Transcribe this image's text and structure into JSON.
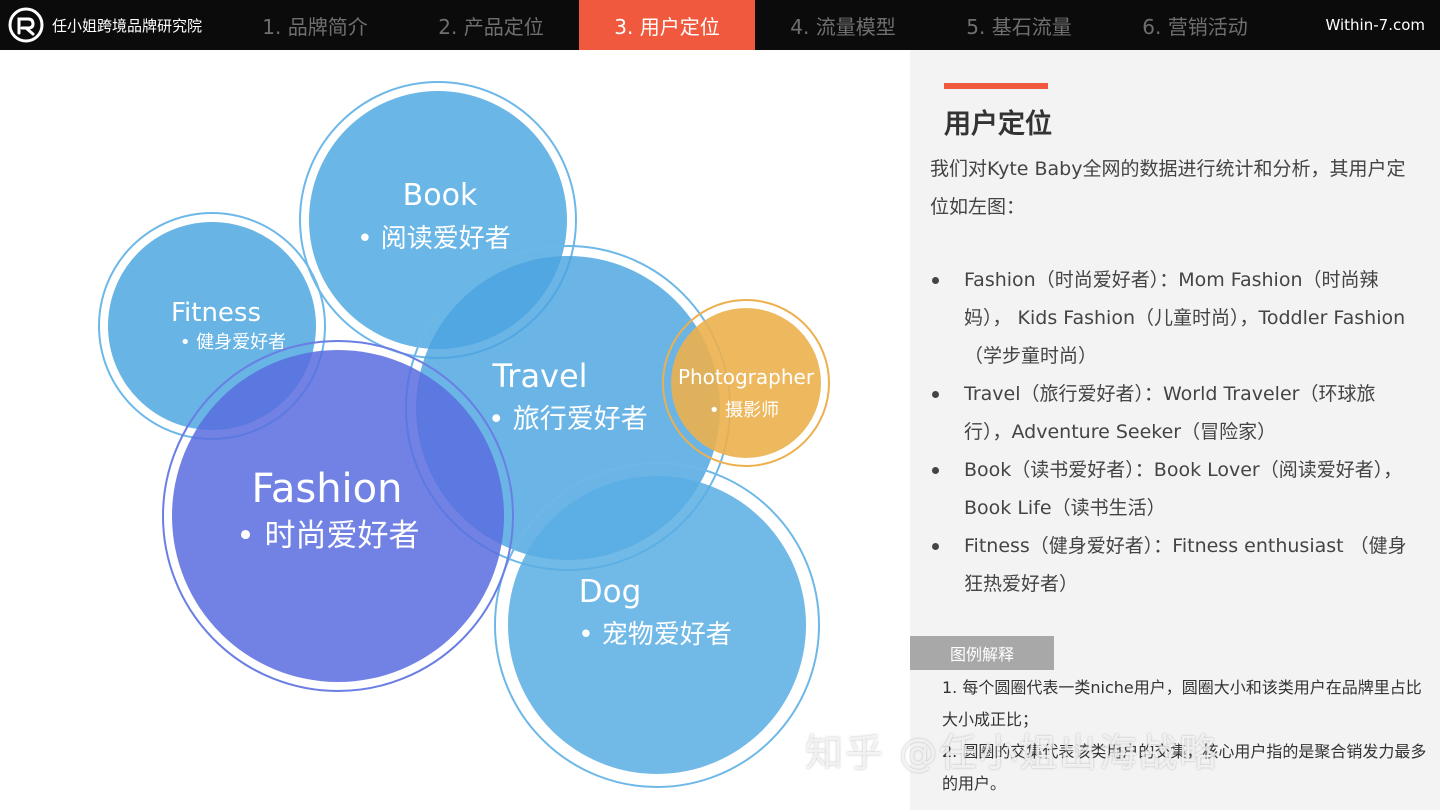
{
  "header": {
    "brand": "任小姐跨境品牌研究院",
    "site": "Within-7.com",
    "tabs": [
      {
        "label": "1. 品牌简介"
      },
      {
        "label": "2. 产品定位"
      },
      {
        "label": "3. 用户定位"
      },
      {
        "label": "4. 流量模型"
      },
      {
        "label": "5. 基石流量"
      },
      {
        "label": "6. 营销活动"
      }
    ],
    "active_tab_index": 2
  },
  "diagram": {
    "circles": [
      {
        "title": "Book",
        "subtitle": "• 阅读爱好者"
      },
      {
        "title": "Fitness",
        "subtitle": "• 健身爱好者"
      },
      {
        "title": "Travel",
        "subtitle": "• 旅行爱好者"
      },
      {
        "title": "Photographer",
        "subtitle": "• 摄影师"
      },
      {
        "title": "Fashion",
        "subtitle": "• 时尚爱好者"
      },
      {
        "title": "Dog",
        "subtitle": "• 宠物爱好者"
      }
    ]
  },
  "panel": {
    "title": "用户定位",
    "intro": "我们对Kyte Baby全网的数据进行统计和分析，其用户定位如左图：",
    "bullets": [
      "Fashion（时尚爱好者）：Mom Fashion（时尚辣妈）， Kids Fashion（儿童时尚），Toddler Fashion（学步童时尚）",
      "Travel（旅行爱好者）：World Traveler（环球旅行），Adventure Seeker（冒险家）",
      "Book（读书爱好者）：Book Lover（阅读爱好者），Book Life（读书生活）",
      "Fitness（健身爱好者）：Fitness enthusiast （健身狂热爱好者）"
    ],
    "legend_label": "图例解释",
    "notes": [
      "1. 每个圆圈代表一类niche用户，圆圈大小和该类用户在品牌里占比大小成正比；",
      "2. 圆圈的交集代表该类用户的交集，核心用户指的是聚合销发力最多的用户。"
    ]
  },
  "watermark": "知乎 @任小姐出海战略",
  "colors": {
    "accent": "#f0593e",
    "blue_light": "#5aaee3",
    "blue_dark": "#5a6ee0",
    "orange": "#ecb04e"
  }
}
